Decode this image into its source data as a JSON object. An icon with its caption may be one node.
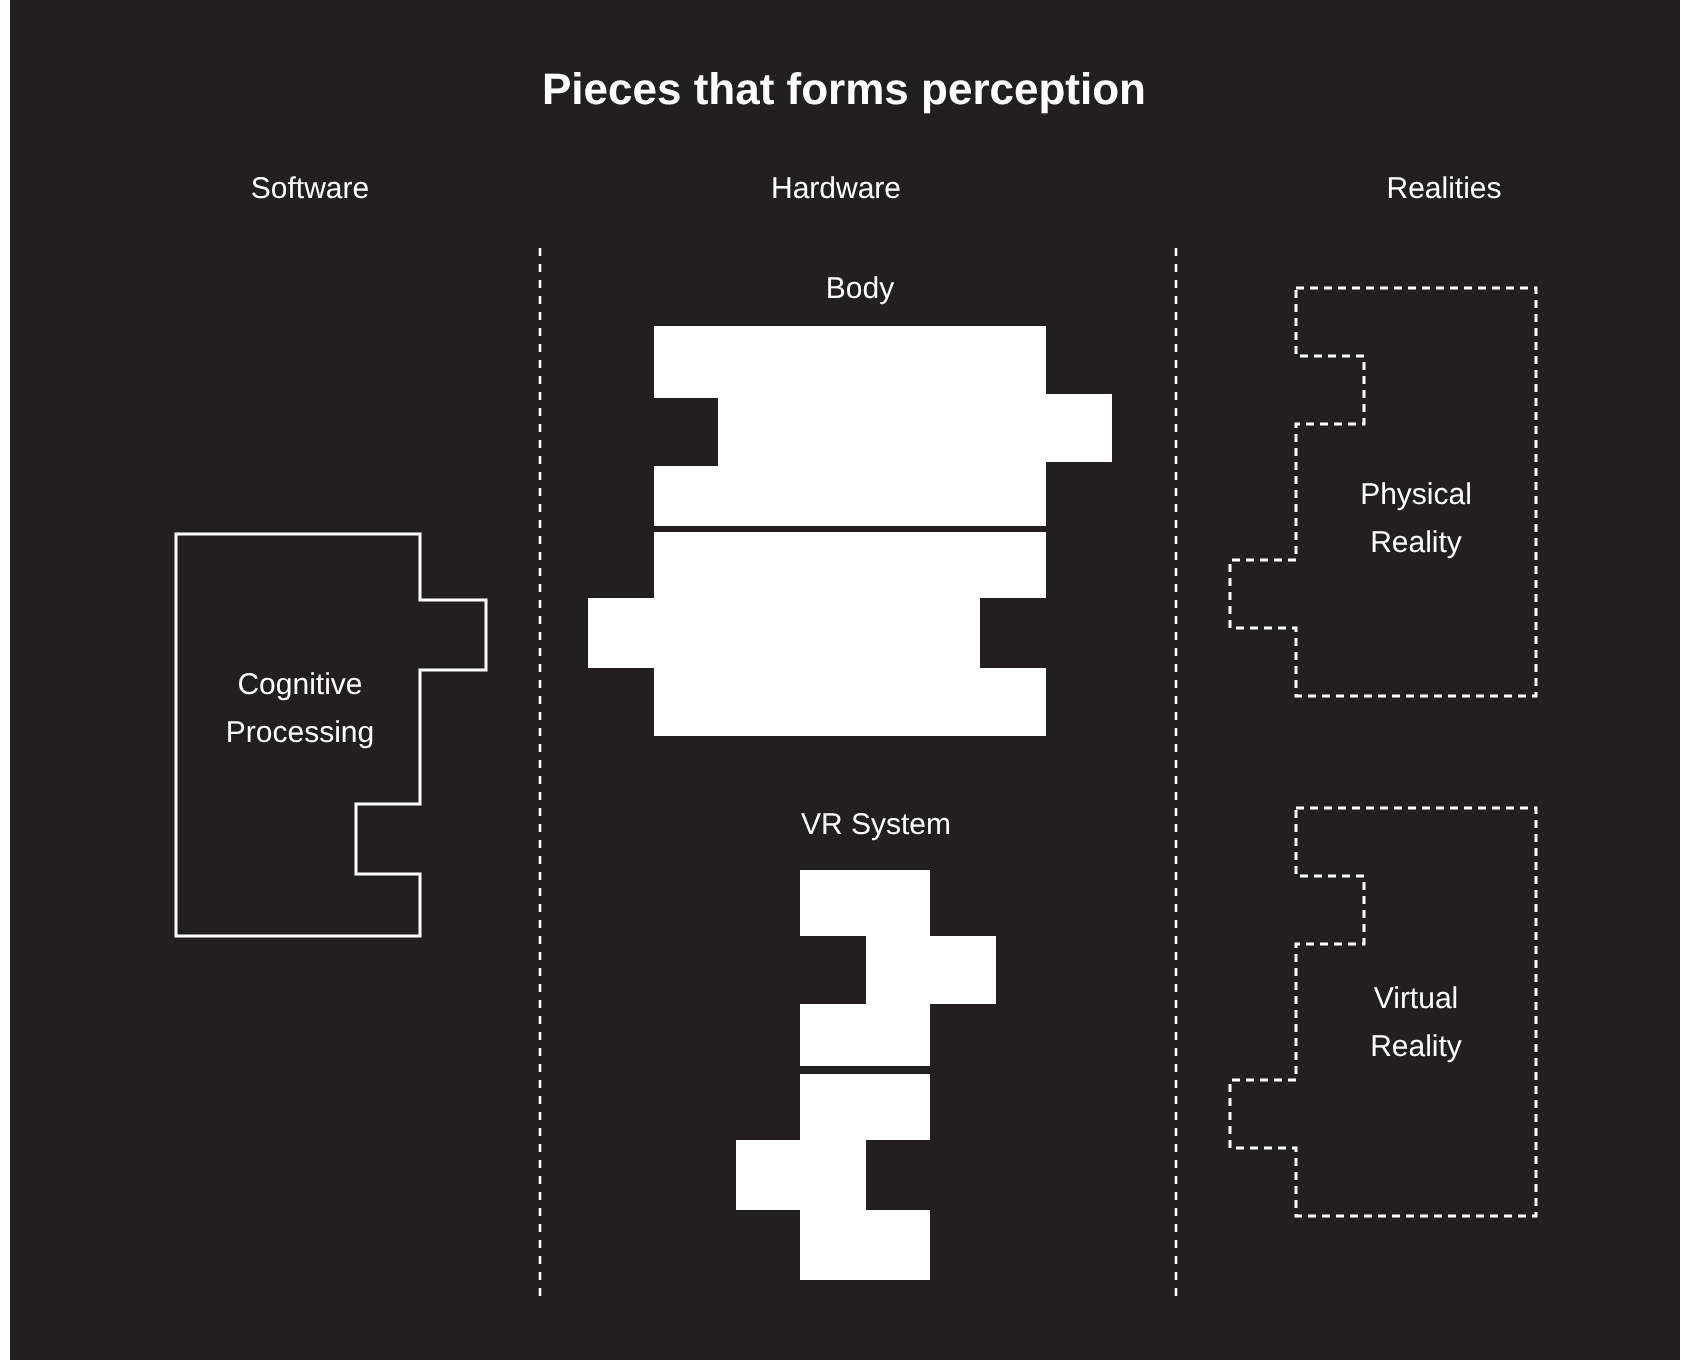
{
  "diagram": {
    "title": "Pieces that forms perception",
    "nodes": [
      {
        "text": [
          "Cognitive Processing"
        ]
      },
      {
        "text": [],
        "shape": "box"
      },
      {
        "text": [],
        "shape": "box"
      },
      {
        "text": [],
        "shape": "box"
      },
      {
        "text": [],
        "shape": "box"
      },
      {
        "text": [
          "Physical Reality"
        ]
      },
      {
        "text": [
          "Virtual Reality"
        ]
      }
    ],
    "edges": [],
    "labels": [
      "Software",
      "Hardware",
      "Realities",
      "Body",
      "VR System"
    ]
  }
}
